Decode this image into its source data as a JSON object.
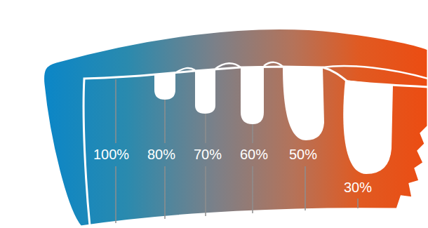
{
  "diagram": {
    "labels": [
      "100%",
      "80%",
      "70%",
      "60%",
      "50%",
      "30%"
    ]
  }
}
